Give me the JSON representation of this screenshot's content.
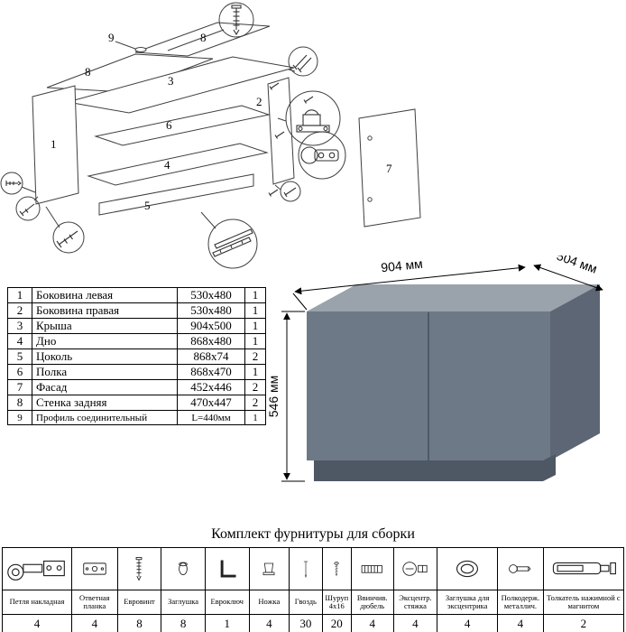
{
  "diagram": {
    "labels": {
      "n1": "1",
      "n2": "2",
      "n3": "3",
      "n4": "4",
      "n5": "5",
      "n6": "6",
      "n7": "7",
      "n8a": "8",
      "n8b": "8",
      "n9": "9"
    }
  },
  "parts": {
    "rows": [
      {
        "num": "1",
        "name": "Боковина левая",
        "size": "530x480",
        "qty": "1"
      },
      {
        "num": "2",
        "name": "Боковина правая",
        "size": "530x480",
        "qty": "1"
      },
      {
        "num": "3",
        "name": "Крыша",
        "size": "904x500",
        "qty": "1"
      },
      {
        "num": "4",
        "name": "Дно",
        "size": "868x480",
        "qty": "1"
      },
      {
        "num": "5",
        "name": "Цоколь",
        "size": "868x74",
        "qty": "2"
      },
      {
        "num": "6",
        "name": "Полка",
        "size": "868x470",
        "qty": "1"
      },
      {
        "num": "7",
        "name": "Фасад",
        "size": "452x446",
        "qty": "2"
      },
      {
        "num": "8",
        "name": "Стенка задняя",
        "size": "470x447",
        "qty": "2"
      },
      {
        "num": "9",
        "name": "Профиль соединительный",
        "size": "L=440мм",
        "qty": "1"
      }
    ]
  },
  "cabinet": {
    "width_label": "904 мм",
    "depth_label": "504 мм",
    "height_label": "546 мм",
    "colors": {
      "top": "#9aa2ac",
      "front": "#6e7987",
      "side": "#5c6674",
      "plinth": "#4e5764",
      "seam": "#49525f"
    }
  },
  "hardware": {
    "title": "Комплект фурнитуры для сборки",
    "items": [
      {
        "name": "Петля накладная",
        "qty": "4",
        "icon": "hinge-icon"
      },
      {
        "name": "Ответная планка",
        "qty": "4",
        "icon": "strike-plate-icon"
      },
      {
        "name": "Евровинт",
        "qty": "8",
        "icon": "euro-screw-icon"
      },
      {
        "name": "Заглушка",
        "qty": "8",
        "icon": "cap-icon"
      },
      {
        "name": "Евроключ",
        "qty": "1",
        "icon": "hex-key-icon"
      },
      {
        "name": "Ножка",
        "qty": "4",
        "icon": "foot-icon"
      },
      {
        "name": "Гвоздь",
        "qty": "30",
        "icon": "nail-icon"
      },
      {
        "name": "Шуруп 4x16",
        "qty": "20",
        "icon": "screw-icon"
      },
      {
        "name": "Ввинчив. дюбель",
        "qty": "4",
        "icon": "threaded-dowel-icon"
      },
      {
        "name": "Эксцентр. стяжка",
        "qty": "4",
        "icon": "cam-lock-icon"
      },
      {
        "name": "Заглушка для эксцентрика",
        "qty": "4",
        "icon": "cam-cap-icon"
      },
      {
        "name": "Полкодерж. металлич.",
        "qty": "4",
        "icon": "shelf-pin-icon"
      },
      {
        "name": "Толкатель нажимной с магнитом",
        "qty": "2",
        "icon": "push-latch-icon"
      }
    ]
  }
}
